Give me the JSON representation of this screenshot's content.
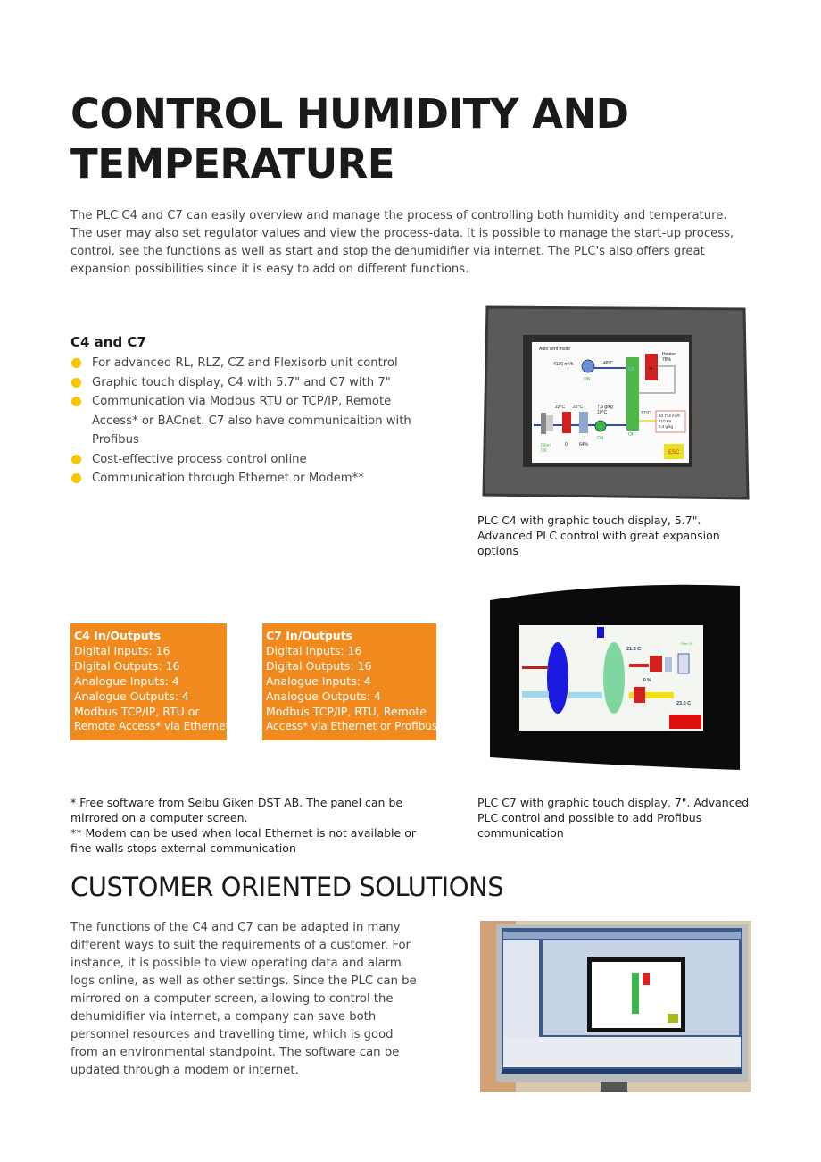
{
  "title": "CONTROL HUMIDITY AND TEMPERATURE",
  "intro": "The PLC C4 and C7  can easily overview and manage the process of controlling both humidity and temperature. The user may also set regulator values and view the process-data. It is possible to manage the start-up process, control, see the functions as well as start and stop the dehumidifier via internet. The PLC's also offers great expansion possibilities since it is easy to add on different functions.",
  "features": {
    "heading": "C4 and C7",
    "bullet_color": "#f7c600",
    "items": [
      "For advanced RL, RLZ, CZ and Flexisorb unit control",
      "Graphic touch display, C4 with 5.7\" and C7 with 7\"",
      "Communication via Modbus RTU or TCP/IP,  Remote Access* or BACnet. C7 also have communicaition with Profibus",
      "Cost-effective process control online",
      "Communication through Ethernet or Modem**"
    ]
  },
  "c4_photo": {
    "caption": "PLC C4 with graphic touch display, 5.7\". Advanced PLC control with great expansion options",
    "screen": {
      "mode": "Auto vent mode",
      "flow": "4120 m³/h",
      "temp_top": "48°C",
      "fan_top_status": "ON",
      "rotor": "DR",
      "heater": "Heater",
      "heater_pct": "78%",
      "t1": "22°C",
      "t2": "22°C",
      "humid": "7,6 g/kg",
      "t3": "10°C",
      "t4": "31°C",
      "readout1": "10 733 m³/h",
      "readout2": "210 Pa",
      "readout3": "0,4 g/kg",
      "filter": "Filter",
      "filter_ok": "OK",
      "heater_val": "0",
      "cooler_val": "64%",
      "fan_status": "ON",
      "rotor_status": "ON",
      "esc": "ESC"
    }
  },
  "c7_photo": {
    "caption": "PLC C7 with graphic touch display, 7\". Advanced PLC control and possible to add Profibus communication",
    "screen": {
      "temp_a": "21.3 C",
      "pct": "0 %",
      "temp_b": "23.0 C",
      "filter_ok": "Filter OK"
    }
  },
  "io_boxes": {
    "color": "#f08a1e",
    "c4": {
      "title": "C4 In/Outputs",
      "lines": [
        "Digital Inputs: 16",
        "Digital Outputs: 16",
        "Analogue Inputs: 4",
        "Analogue Outputs: 4",
        "Modbus TCP/IP, RTU or",
        "Remote Access* via Ethernet"
      ]
    },
    "c7": {
      "title": "C7 In/Outputs",
      "lines": [
        "Digital Inputs: 16",
        "Digital Outputs: 16",
        "Analogue Inputs: 4",
        "Analogue Outputs: 4",
        "Modbus TCP/IP, RTU, Remote",
        "Access* via Ethernet or Profibus"
      ]
    }
  },
  "footnotes": [
    "* Free software from Seibu Giken DST AB. The panel can be mirrored on a computer screen.",
    "** Modem can be used when local Ethernet is not available or fine-walls stops external communication"
  ],
  "section2": {
    "heading": "CUSTOMER ORIENTED SOLUTIONS",
    "body": "The functions of the C4 and C7 can be adapted in many different ways to suit the requirements of a customer. For instance, it is possible to view operating data and alarm logs online, as well as other settings. Since the PLC can be mirrored on a computer screen, allowing to control the dehumidifier via internet, a company can save both personnel resources and travelling time, which is good from an environmental standpoint.  The software can be updated through a modem or internet."
  }
}
